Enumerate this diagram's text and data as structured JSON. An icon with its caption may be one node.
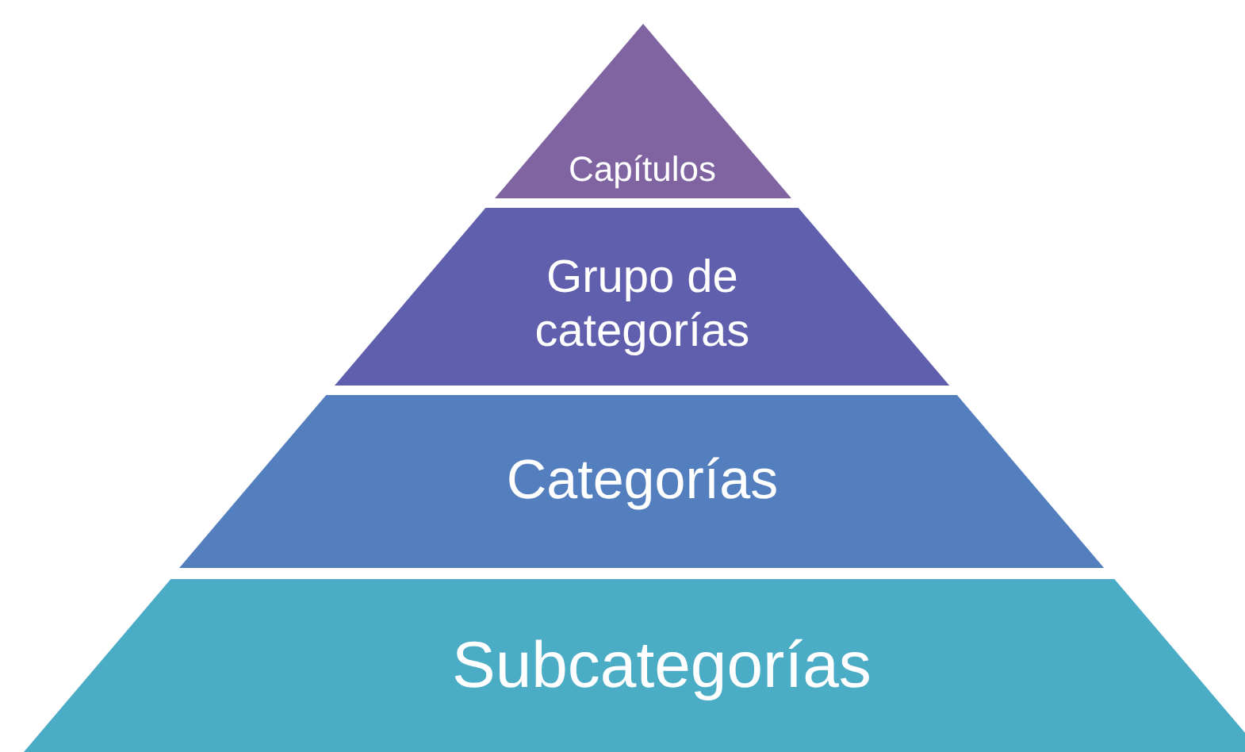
{
  "diagram": {
    "nodes": [
      {
        "text": [
          "Capítulos"
        ]
      },
      {
        "text": [
          "Grupo de categorías"
        ]
      },
      {
        "text": [
          "Categorías"
        ]
      },
      {
        "text": [
          "Subcategorías"
        ]
      }
    ]
  }
}
